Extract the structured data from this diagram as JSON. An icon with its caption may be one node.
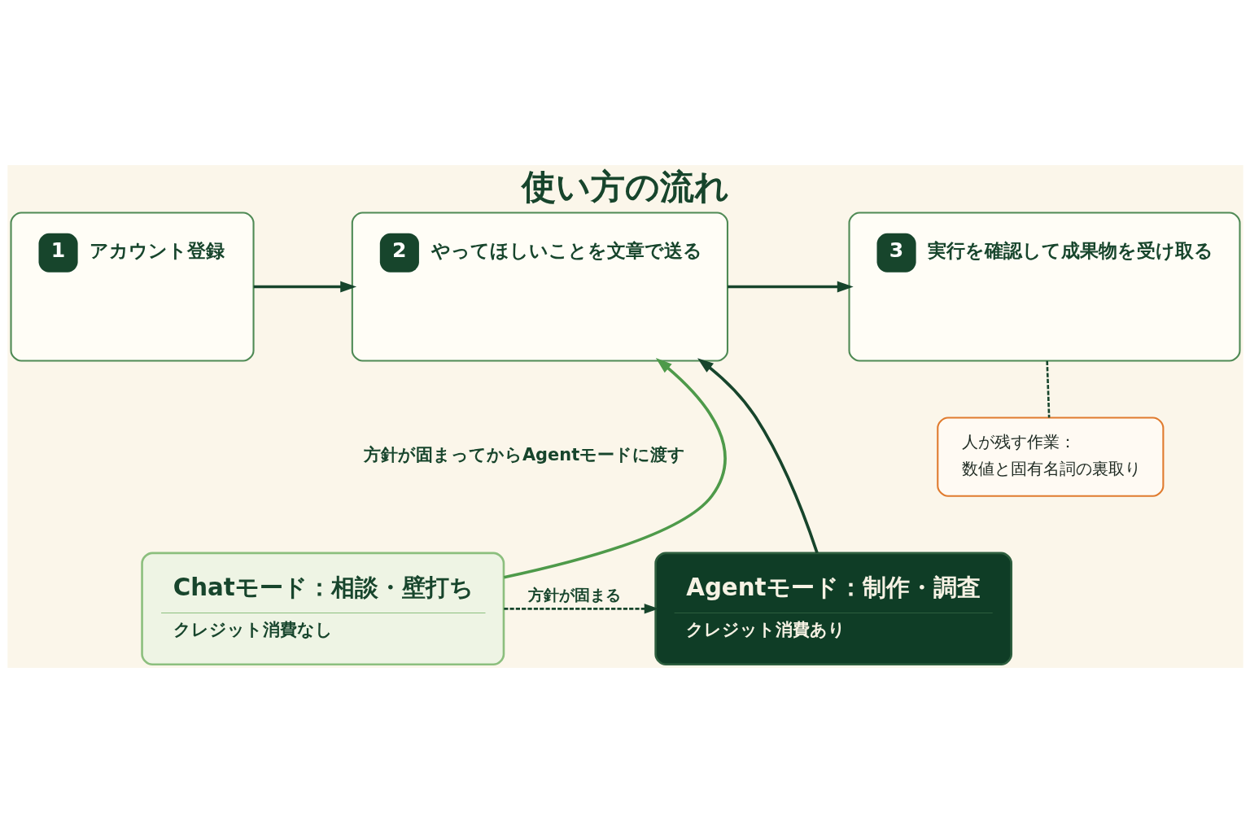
{
  "diagram": {
    "title": "使い方の流れ",
    "nodes": [
      {
        "text": [
          "1",
          "アカウント登録"
        ]
      },
      {
        "text": [
          "2",
          "やってほしいことを文章で送る"
        ]
      },
      {
        "text": [
          "3",
          "実行を確認して成果物を受け取る"
        ]
      },
      {
        "text": [
          "人が残す作業：",
          "数値と固有名詞の裏取り"
        ]
      },
      {
        "text": [
          "Chatモード：相談・壁打ち",
          "クレジット消費なし"
        ]
      },
      {
        "text": [
          "Agentモード：制作・調査",
          "クレジット消費あり"
        ]
      }
    ],
    "edges": [
      {
        "from": 0,
        "to": 1,
        "arrow": "to"
      },
      {
        "from": 1,
        "to": 2,
        "arrow": "to"
      },
      {
        "from": 2,
        "to": 3,
        "arrow": "none",
        "style": "dashed"
      },
      {
        "from": 4,
        "to": 1,
        "arrow": "to",
        "color": "#4e9a4a"
      },
      {
        "from": 5,
        "to": 1,
        "arrow": "to"
      },
      {
        "from": 4,
        "to": 5,
        "arrow": "to",
        "style": "dashed",
        "label": "方針が固まる"
      }
    ],
    "labels": [
      "方針が固まってからAgentモードに渡す"
    ]
  }
}
